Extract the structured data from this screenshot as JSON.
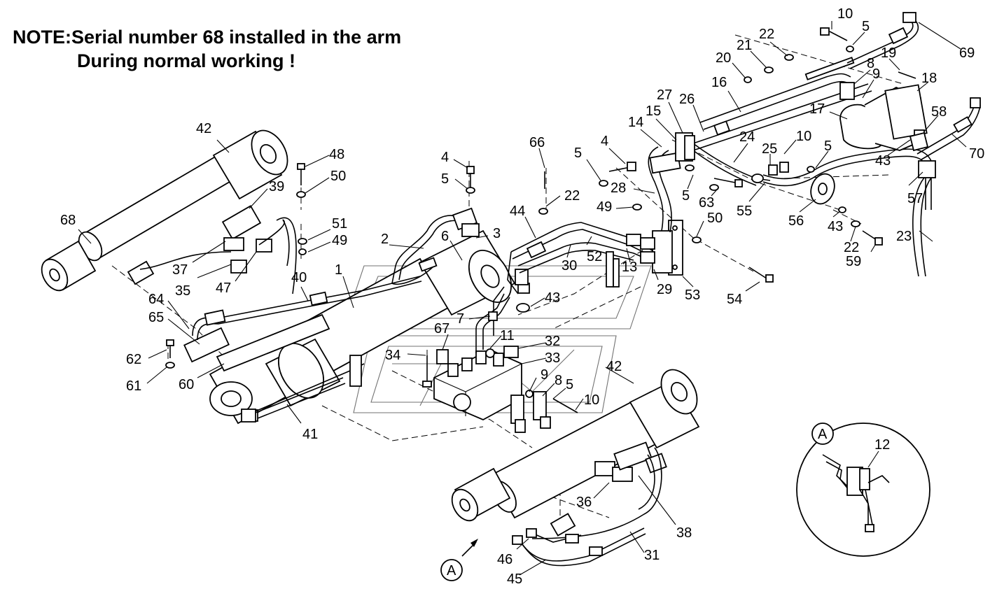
{
  "note": {
    "line1": "NOTE:Serial number 68 installed in the arm",
    "line2": "During normal working !"
  },
  "detail": {
    "marker": "A",
    "marker_view": "A",
    "callout": "12"
  },
  "callouts": [
    {
      "id": "c10a",
      "text": "10"
    },
    {
      "id": "c5a",
      "text": "5"
    },
    {
      "id": "c69",
      "text": "69"
    },
    {
      "id": "c22a",
      "text": "22"
    },
    {
      "id": "c21",
      "text": "21"
    },
    {
      "id": "c20",
      "text": "20"
    },
    {
      "id": "c19",
      "text": "19"
    },
    {
      "id": "c18",
      "text": "18"
    },
    {
      "id": "c8a",
      "text": "8"
    },
    {
      "id": "c9a",
      "text": "9"
    },
    {
      "id": "c16",
      "text": "16"
    },
    {
      "id": "c17",
      "text": "17"
    },
    {
      "id": "c58",
      "text": "58"
    },
    {
      "id": "c70",
      "text": "70"
    },
    {
      "id": "c43a",
      "text": "43"
    },
    {
      "id": "c27",
      "text": "27"
    },
    {
      "id": "c26",
      "text": "26"
    },
    {
      "id": "c15",
      "text": "15"
    },
    {
      "id": "c14",
      "text": "14"
    },
    {
      "id": "c24",
      "text": "24"
    },
    {
      "id": "c10b",
      "text": "10"
    },
    {
      "id": "c25",
      "text": "25"
    },
    {
      "id": "c5b",
      "text": "5"
    },
    {
      "id": "c4a",
      "text": "4"
    },
    {
      "id": "c5c",
      "text": "5"
    },
    {
      "id": "c66",
      "text": "66"
    },
    {
      "id": "c28",
      "text": "28"
    },
    {
      "id": "c5d",
      "text": "5"
    },
    {
      "id": "c63",
      "text": "63"
    },
    {
      "id": "c55",
      "text": "55"
    },
    {
      "id": "c56",
      "text": "56"
    },
    {
      "id": "c43b",
      "text": "43"
    },
    {
      "id": "c57",
      "text": "57"
    },
    {
      "id": "c42a",
      "text": "42"
    },
    {
      "id": "c48",
      "text": "48"
    },
    {
      "id": "c50a",
      "text": "50"
    },
    {
      "id": "c39",
      "text": "39"
    },
    {
      "id": "c4b",
      "text": "4"
    },
    {
      "id": "c5e",
      "text": "5"
    },
    {
      "id": "c22b",
      "text": "22"
    },
    {
      "id": "c49a",
      "text": "49"
    },
    {
      "id": "c50b",
      "text": "50"
    },
    {
      "id": "c22c",
      "text": "22"
    },
    {
      "id": "c59",
      "text": "59"
    },
    {
      "id": "c23",
      "text": "23"
    },
    {
      "id": "c68",
      "text": "68"
    },
    {
      "id": "c51",
      "text": "51"
    },
    {
      "id": "c49b",
      "text": "49"
    },
    {
      "id": "c2",
      "text": "2"
    },
    {
      "id": "c6",
      "text": "6"
    },
    {
      "id": "c3",
      "text": "3"
    },
    {
      "id": "c44",
      "text": "44"
    },
    {
      "id": "c52",
      "text": "52"
    },
    {
      "id": "c30",
      "text": "30"
    },
    {
      "id": "c13",
      "text": "13"
    },
    {
      "id": "c29",
      "text": "29"
    },
    {
      "id": "c53",
      "text": "53"
    },
    {
      "id": "c54",
      "text": "54"
    },
    {
      "id": "c37",
      "text": "37"
    },
    {
      "id": "c35",
      "text": "35"
    },
    {
      "id": "c47",
      "text": "47"
    },
    {
      "id": "c1",
      "text": "1"
    },
    {
      "id": "c40",
      "text": "40"
    },
    {
      "id": "c43c",
      "text": "43"
    },
    {
      "id": "c64",
      "text": "64"
    },
    {
      "id": "c65",
      "text": "65"
    },
    {
      "id": "c7",
      "text": "7"
    },
    {
      "id": "c11",
      "text": "11"
    },
    {
      "id": "c67",
      "text": "67"
    },
    {
      "id": "c32",
      "text": "32"
    },
    {
      "id": "c33",
      "text": "33"
    },
    {
      "id": "c62",
      "text": "62"
    },
    {
      "id": "c34",
      "text": "34"
    },
    {
      "id": "c42b",
      "text": "42"
    },
    {
      "id": "c61",
      "text": "61"
    },
    {
      "id": "c60",
      "text": "60"
    },
    {
      "id": "c9b",
      "text": "9"
    },
    {
      "id": "c8b",
      "text": "8"
    },
    {
      "id": "c5f",
      "text": "5"
    },
    {
      "id": "c10c",
      "text": "10"
    },
    {
      "id": "c41",
      "text": "41"
    },
    {
      "id": "c36",
      "text": "36"
    },
    {
      "id": "c38",
      "text": "38"
    },
    {
      "id": "c46",
      "text": "46"
    },
    {
      "id": "c31",
      "text": "31"
    },
    {
      "id": "c45",
      "text": "45"
    }
  ]
}
